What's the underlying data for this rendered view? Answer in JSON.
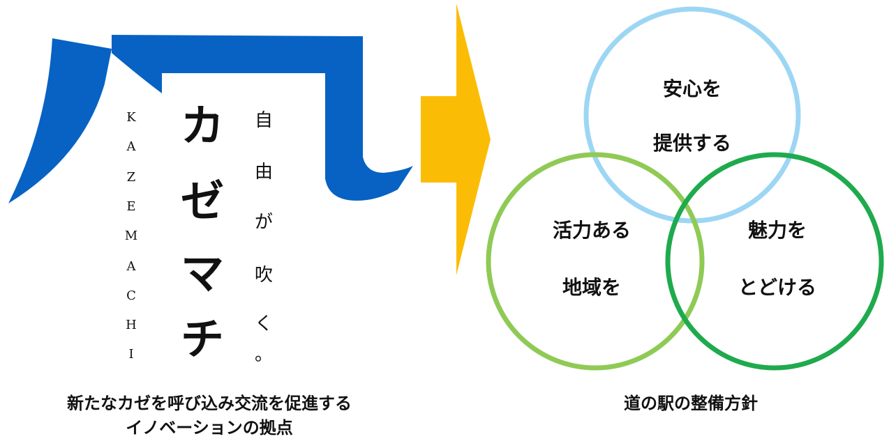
{
  "logo": {
    "main_chars": [
      "カ",
      "ゼ",
      "マ",
      "チ"
    ],
    "tagline_chars": [
      "自",
      "由",
      "が",
      "吹",
      "く",
      "。"
    ],
    "romaji": [
      "K",
      "A",
      "Z",
      "E",
      "M",
      "A",
      "C",
      "H",
      "I"
    ],
    "brand_color": "#0762c3"
  },
  "arrow": {
    "color": "#fbbc05"
  },
  "left_caption": {
    "line1": "新たなカゼを呼び込み交流を促進する",
    "line2": "イノベーションの拠点"
  },
  "venn": {
    "circles": [
      {
        "line1": "安心を",
        "line2": "提供する",
        "color": "#9dd6f4"
      },
      {
        "line1": "活力ある",
        "line2": "地域を",
        "color": "#8fca55"
      },
      {
        "line1": "魅力を",
        "line2": "とどける",
        "color": "#1faa4d"
      }
    ]
  },
  "right_caption": "道の駅の整備方針"
}
